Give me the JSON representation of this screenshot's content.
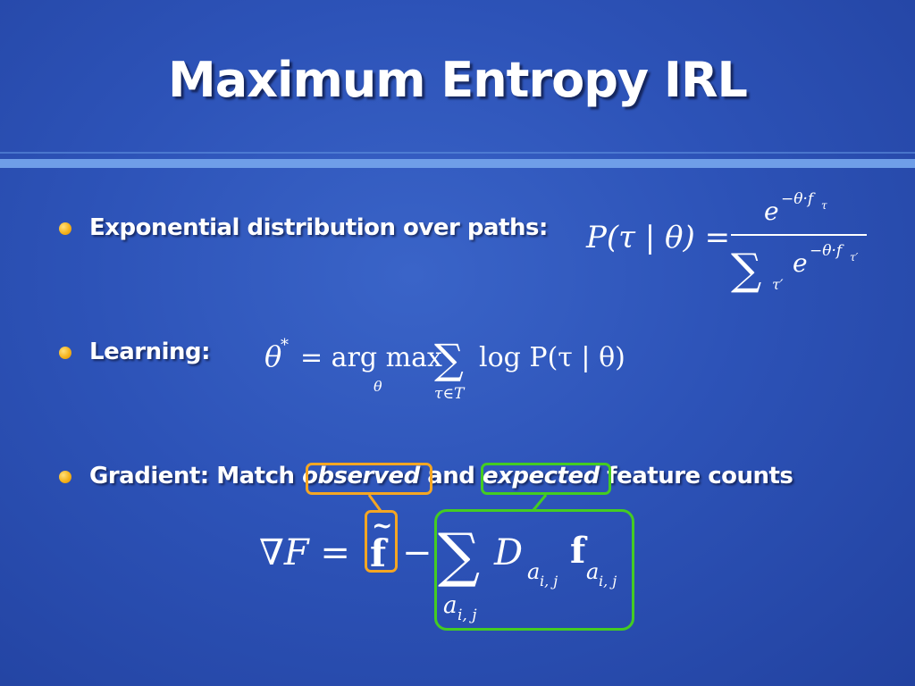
{
  "slide": {
    "title": "Maximum Entropy IRL",
    "bullets": [
      {
        "label": "Exponential distribution over paths:"
      },
      {
        "label": "Learning:"
      },
      {
        "label_before": "Gradient: Match ",
        "observed": "observed",
        "label_mid": " and ",
        "expected": "expected",
        "label_after": " feature counts"
      }
    ],
    "colors": {
      "background": "#2d53b8",
      "accent_rule": "#6f9ee8",
      "bullet": "#f5b31c",
      "observed_box": "#f5a623",
      "expected_box": "#44cc22"
    }
  },
  "equations": {
    "eq1": {
      "lhs": "P(τ | θ) =",
      "num_base": "e",
      "num_exp": "−θ·f",
      "num_sub": "τ",
      "den_sum": "∑",
      "den_sum_sub": "τ′",
      "den_base": "e",
      "den_exp": "−θ·f",
      "den_sub": "τ′"
    },
    "eq2": {
      "theta": "θ",
      "star": "*",
      "eq": "= arg max",
      "max_sub": "θ",
      "sum": "∑",
      "sum_sub": "τ∈T",
      "rhs": "log P(τ | θ)"
    },
    "eq3": {
      "lhs": "∇F =",
      "ftilde": "f",
      "tilde": "~",
      "minus": "−",
      "sum": "∑",
      "sum_sub": "a",
      "sum_sub_idx": "i, j",
      "D": "D",
      "D_sub": "a",
      "D_sub_idx": "i, j",
      "f": "f",
      "f_sub": "a",
      "f_sub_idx": "i, j"
    }
  }
}
